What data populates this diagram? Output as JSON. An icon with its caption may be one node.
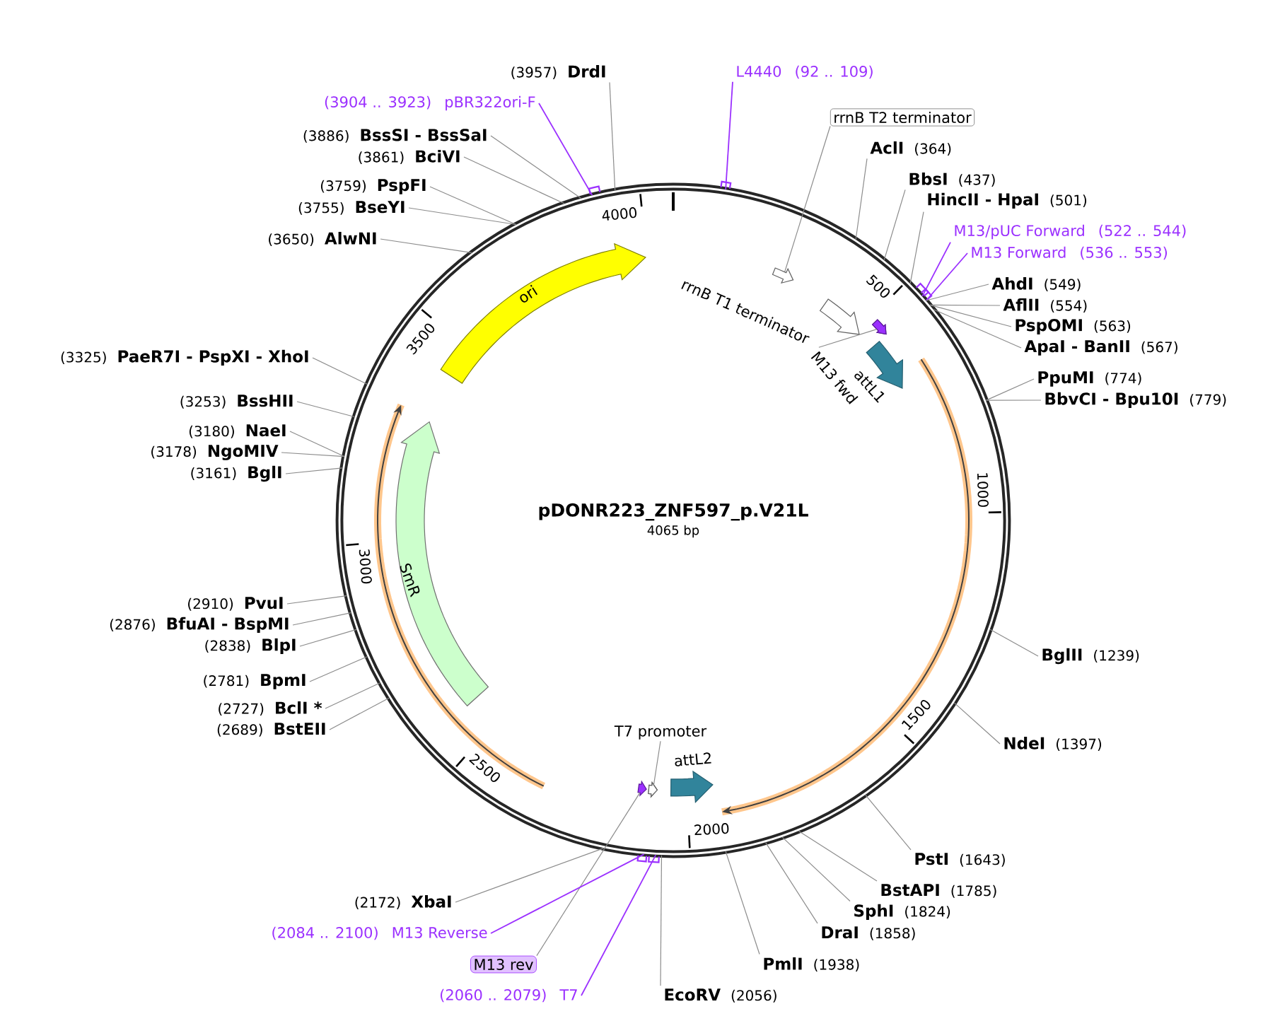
{
  "diagram": {
    "nodes": [
      {
        "text": [
          "pDONR223_ZNF597_p.V21L",
          "4065 bp"
        ]
      },
      {
        "text": [
          "ori"
        ],
        "in": 0
      },
      {
        "text": [
          "SmR"
        ],
        "in": 0
      },
      {
        "text": [
          "rrnB T1 terminator"
        ],
        "in": 0
      },
      {
        "text": [
          "attL1"
        ],
        "in": 0
      },
      {
        "text": [
          "attL2"
        ],
        "in": 0
      },
      {
        "text": [],
        "shape": "arrow",
        "in": 0
      },
      {
        "text": [
          "M13 fwd"
        ],
        "in": 0
      },
      {
        "text": [],
        "shape": "arrow",
        "in": 0
      },
      {
        "text": [
          "T7 promoter"
        ],
        "in": 0
      },
      {
        "text": [],
        "shape": "arrow",
        "in": 0
      },
      {
        "text": [],
        "shape": "arrow",
        "in": 0
      },
      {
        "text": [
          "rrnB T2 terminator"
        ]
      },
      {
        "text": [
          "M13 rev"
        ]
      },
      {
        "text": [
          "(3957)",
          "DrdI"
        ]
      },
      {
        "text": [
          "(3904 .. 3923)",
          "pBR322ori-F"
        ]
      },
      {
        "text": [
          "(3886)",
          "BssSI - BssSaI"
        ]
      },
      {
        "text": [
          "(3861)",
          "BciVI"
        ]
      },
      {
        "text": [
          "(3759)",
          "PspFI"
        ]
      },
      {
        "text": [
          "(3755)",
          "BseYI"
        ]
      },
      {
        "text": [
          "(3650)",
          "AlwNI"
        ]
      },
      {
        "text": [
          "(3325)",
          "PaeR7I - PspXI - XhoI"
        ]
      },
      {
        "text": [
          "(3253)",
          "BssHII"
        ]
      },
      {
        "text": [
          "(3180)",
          "NaeI"
        ]
      },
      {
        "text": [
          "(3178)",
          "NgoMIV"
        ]
      },
      {
        "text": [
          "(3161)",
          "BglI"
        ]
      },
      {
        "text": [
          "(2910)",
          "PvuI"
        ]
      },
      {
        "text": [
          "(2876)",
          "BfuAI - BspMI"
        ]
      },
      {
        "text": [
          "(2838)",
          "BlpI"
        ]
      },
      {
        "text": [
          "(2781)",
          "BpmI"
        ]
      },
      {
        "text": [
          "(2727)",
          "BclI *"
        ]
      },
      {
        "text": [
          "(2689)",
          "BstEII"
        ]
      },
      {
        "text": [
          "(2172)",
          "XbaI"
        ]
      },
      {
        "text": [
          "(2084 .. 2100)",
          "M13 Reverse"
        ]
      },
      {
        "text": [
          "(2060 .. 2079)",
          "T7"
        ]
      },
      {
        "text": [
          "L4440",
          "(92 .. 109)"
        ]
      },
      {
        "text": [
          "AclI",
          "(364)"
        ]
      },
      {
        "text": [
          "BbsI",
          "(437)"
        ]
      },
      {
        "text": [
          "HincII - HpaI",
          "(501)"
        ]
      },
      {
        "text": [
          "M13/pUC Forward",
          "(522 .. 544)"
        ]
      },
      {
        "text": [
          "M13 Forward",
          "(536 .. 553)"
        ]
      },
      {
        "text": [
          "AhdI",
          "(549)"
        ]
      },
      {
        "text": [
          "AflII",
          "(554)"
        ]
      },
      {
        "text": [
          "PspOMI",
          "(563)"
        ]
      },
      {
        "text": [
          "ApaI - BanII",
          "(567)"
        ]
      },
      {
        "text": [
          "PpuMI",
          "(774)"
        ]
      },
      {
        "text": [
          "BbvCI - Bpu10I",
          "(779)"
        ]
      },
      {
        "text": [
          "BglII",
          "(1239)"
        ]
      },
      {
        "text": [
          "NdeI",
          "(1397)"
        ]
      },
      {
        "text": [
          "PstI",
          "(1643)"
        ]
      },
      {
        "text": [
          "BstAPI",
          "(1785)"
        ]
      },
      {
        "text": [
          "SphI",
          "(1824)"
        ]
      },
      {
        "text": [
          "DraI",
          "(1858)"
        ]
      },
      {
        "text": [
          "PmlI",
          "(1938)"
        ]
      },
      {
        "text": [
          "EcoRV",
          "(2056)"
        ]
      }
    ],
    "edges": [
      {
        "from": 12,
        "to": 6,
        "arrow": "none"
      },
      {
        "from": 7,
        "to": 8,
        "arrow": "none"
      },
      {
        "from": 9,
        "to": 10,
        "arrow": "none"
      },
      {
        "from": 13,
        "to": 11,
        "arrow": "none"
      },
      {
        "from": 14,
        "to": 0,
        "arrow": "none"
      },
      {
        "from": 15,
        "to": 0,
        "arrow": "none",
        "color": "#9b30ff"
      },
      {
        "from": 16,
        "to": 0,
        "arrow": "none"
      },
      {
        "from": 17,
        "to": 0,
        "arrow": "none"
      },
      {
        "from": 18,
        "to": 0,
        "arrow": "none"
      },
      {
        "from": 19,
        "to": 0,
        "arrow": "none"
      },
      {
        "from": 20,
        "to": 0,
        "arrow": "none"
      },
      {
        "from": 21,
        "to": 0,
        "arrow": "none"
      },
      {
        "from": 22,
        "to": 0,
        "arrow": "none"
      },
      {
        "from": 23,
        "to": 0,
        "arrow": "none"
      },
      {
        "from": 24,
        "to": 0,
        "arrow": "none"
      },
      {
        "from": 25,
        "to": 0,
        "arrow": "none"
      },
      {
        "from": 26,
        "to": 0,
        "arrow": "none"
      },
      {
        "from": 27,
        "to": 0,
        "arrow": "none"
      },
      {
        "from": 28,
        "to": 0,
        "arrow": "none"
      },
      {
        "from": 29,
        "to": 0,
        "arrow": "none"
      },
      {
        "from": 30,
        "to": 0,
        "arrow": "none"
      },
      {
        "from": 31,
        "to": 0,
        "arrow": "none"
      },
      {
        "from": 32,
        "to": 0,
        "arrow": "none"
      },
      {
        "from": 33,
        "to": 0,
        "arrow": "none",
        "color": "#9b30ff"
      },
      {
        "from": 34,
        "to": 0,
        "arrow": "none",
        "color": "#9b30ff"
      },
      {
        "from": 35,
        "to": 0,
        "arrow": "none",
        "color": "#9b30ff"
      },
      {
        "from": 36,
        "to": 0,
        "arrow": "none"
      },
      {
        "from": 37,
        "to": 0,
        "arrow": "none"
      },
      {
        "from": 38,
        "to": 0,
        "arrow": "none"
      },
      {
        "from": 39,
        "to": 0,
        "arrow": "none",
        "color": "#9b30ff"
      },
      {
        "from": 40,
        "to": 0,
        "arrow": "none",
        "color": "#9b30ff"
      },
      {
        "from": 41,
        "to": 0,
        "arrow": "none"
      },
      {
        "from": 42,
        "to": 0,
        "arrow": "none"
      },
      {
        "from": 43,
        "to": 0,
        "arrow": "none"
      },
      {
        "from": 44,
        "to": 0,
        "arrow": "none"
      },
      {
        "from": 45,
        "to": 0,
        "arrow": "none"
      },
      {
        "from": 46,
        "to": 0,
        "arrow": "none"
      },
      {
        "from": 47,
        "to": 0,
        "arrow": "none"
      },
      {
        "from": 48,
        "to": 0,
        "arrow": "none"
      },
      {
        "from": 49,
        "to": 0,
        "arrow": "none"
      },
      {
        "from": 50,
        "to": 0,
        "arrow": "none"
      },
      {
        "from": 51,
        "to": 0,
        "arrow": "none"
      },
      {
        "from": 52,
        "to": 0,
        "arrow": "none"
      },
      {
        "from": 53,
        "to": 0,
        "arrow": "none"
      },
      {
        "from": 54,
        "to": 0,
        "arrow": "none"
      }
    ],
    "labels": [
      "500",
      "1000",
      "1500",
      "2000",
      "2500",
      "3000",
      "3500",
      "4000"
    ]
  }
}
